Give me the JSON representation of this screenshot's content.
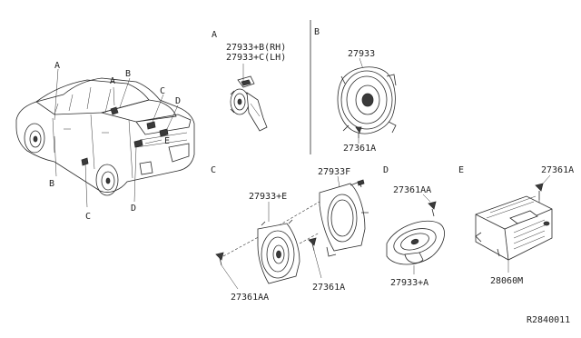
{
  "sections": {
    "a": "A",
    "b": "B",
    "c": "C",
    "d": "D",
    "e": "E"
  },
  "car_callouts": {
    "a1": "A",
    "a2": "A",
    "b1": "B",
    "b2": "B",
    "c1": "C",
    "c2": "C",
    "d1": "D",
    "d2": "D",
    "e": "E"
  },
  "parts": {
    "tweeter_rh": "27933+B(RH)",
    "tweeter_lh": "27933+C(LH)",
    "door_speaker": "27933",
    "screw_b": "27361A",
    "speaker_e": "27933+E",
    "bracket": "27933F",
    "screw_c_left": "27361AA",
    "screw_c_right": "27361A",
    "screw_d": "27361AA",
    "rear_speaker": "27933+A",
    "screw_e": "27361A",
    "amplifier": "28060M"
  },
  "diagram_id": "R2840011"
}
